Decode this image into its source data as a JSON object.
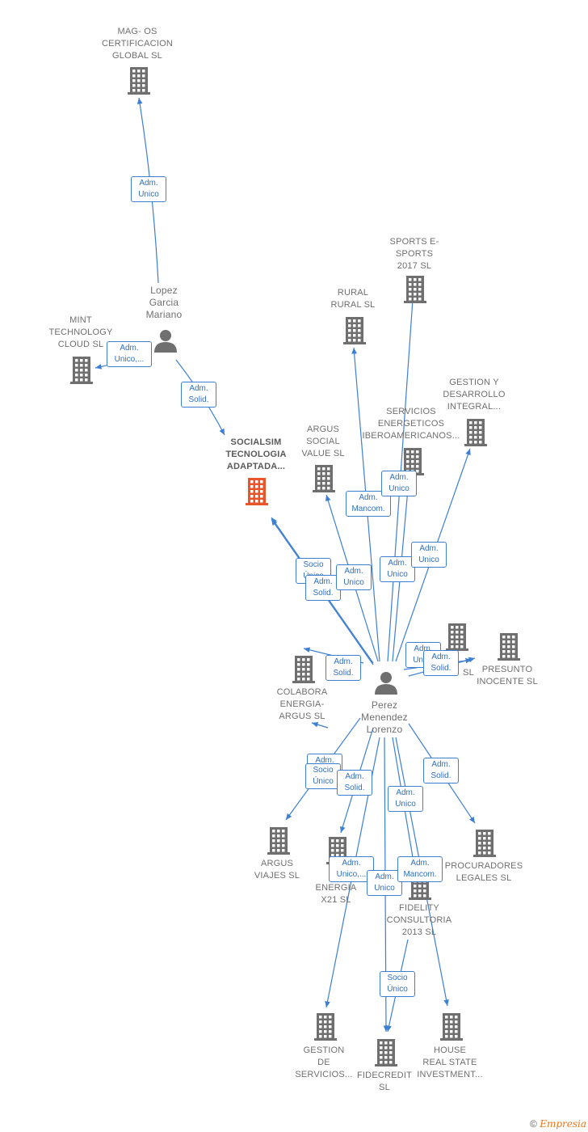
{
  "nodes": [
    {
      "id": "mag",
      "type": "company",
      "label": "MAG- OS\nCERTIFICACION\nGLOBAL  SL"
    },
    {
      "id": "lopez",
      "type": "person",
      "label": "Lopez\nGarcia\nMariano"
    },
    {
      "id": "mint",
      "type": "company",
      "label": "MINT\nTECHNOLOGY\nCLOUD  SL"
    },
    {
      "id": "socialsim",
      "type": "company",
      "main": true,
      "label": "SOCIALSIM\nTECNOLOGIA\nADAPTADA..."
    },
    {
      "id": "rural",
      "type": "company",
      "label": "RURAL\nRURAL SL"
    },
    {
      "id": "sports",
      "type": "company",
      "label": "SPORTS E-\nSPORTS\n2017  SL"
    },
    {
      "id": "argus_sv",
      "type": "company",
      "label": "ARGUS\nSOCIAL\nVALUE  SL"
    },
    {
      "id": "servicios",
      "type": "company",
      "label": "SERVICIOS\nENERGETICOS\nIBEROAMERICANOS..."
    },
    {
      "id": "gestion_des",
      "type": "company",
      "label": "GESTION Y\nDESARROLLO\nINTEGRAL..."
    },
    {
      "id": "colabora",
      "type": "company",
      "label": "COLABORA\nENERGIA-\nARGUS  SL"
    },
    {
      "id": "perez",
      "type": "person",
      "label": "Perez\nMenendez\nLorenzo"
    },
    {
      "id": "b_sl",
      "type": "company",
      "label": "SL"
    },
    {
      "id": "presunto",
      "type": "company",
      "label": "PRESUNTO\nINOCENTE  SL"
    },
    {
      "id": "argus_viajes",
      "type": "company",
      "label": "ARGUS\nVIAJES  SL"
    },
    {
      "id": "energia_x21",
      "type": "company",
      "label": "A\nENERGIA\nX21  SL"
    },
    {
      "id": "fidelity",
      "type": "company",
      "label": "FIDELITY\nCONSULTORIA\n2013  SL"
    },
    {
      "id": "procuradores",
      "type": "company",
      "label": "PROCURADORES\nLEGALES  SL"
    },
    {
      "id": "gestion_serv",
      "type": "company",
      "label": "GESTION\nDE\nSERVICIOS..."
    },
    {
      "id": "fidecredit",
      "type": "company",
      "label": "FIDECREDIT\nSL"
    },
    {
      "id": "house",
      "type": "company",
      "label": "HOUSE\nREAL STATE\nINVESTMENT..."
    }
  ],
  "edges": [
    {
      "from": "lopez",
      "to": "mag",
      "label": "Adm.\nUnico"
    },
    {
      "from": "lopez",
      "to": "mint",
      "label": "Adm.\nUnico,..."
    },
    {
      "from": "lopez",
      "to": "socialsim",
      "label": "Adm.\nSolid."
    },
    {
      "from": "perez",
      "to": "socialsim",
      "label": "Socio\nÚnico"
    },
    {
      "from": "perez",
      "to": "socialsim",
      "label": "Adm.\nSolid."
    },
    {
      "from": "perez",
      "to": "rural",
      "label": "Adm.\nMancom."
    },
    {
      "from": "perez",
      "to": "sports",
      "label": "Adm.\nUnico"
    },
    {
      "from": "perez",
      "to": "argus_sv",
      "label": "Adm.\nUnico"
    },
    {
      "from": "perez",
      "to": "servicios",
      "label": "Adm.\nUnico"
    },
    {
      "from": "perez",
      "to": "gestion_des",
      "label": "Adm.\nUnico"
    },
    {
      "from": "perez",
      "to": "colabora",
      "label": "Adm.\nSolid."
    },
    {
      "from": "perez",
      "to": "b_sl",
      "label": "Adm.\nUnico"
    },
    {
      "from": "perez",
      "to": "presunto",
      "label": "Adm.\nSolid."
    },
    {
      "from": "perez",
      "to": "argus_viajes",
      "label": "Adm.\nSolid."
    },
    {
      "from": "perez",
      "to": "energia_x21",
      "label": "Socio\nÚnico"
    },
    {
      "from": "perez",
      "to": "colabora",
      "label": "Adm.\nSolid."
    },
    {
      "from": "perez",
      "to": "procuradores",
      "label": "Adm.\nSolid."
    },
    {
      "from": "perez",
      "to": "fidelity",
      "label": "Adm.\nUnico"
    },
    {
      "from": "perez",
      "to": "gestion_serv",
      "label": "Adm.\nUnico,..."
    },
    {
      "from": "perez",
      "to": "fidecredit",
      "label": "Adm.\nUnico"
    },
    {
      "from": "perez",
      "to": "house",
      "label": "Adm.\nMancom."
    },
    {
      "from": "fidelity",
      "to": "fidecredit",
      "label": "Socio\nÚnico"
    }
  ],
  "footer": {
    "symbol": "©",
    "brand": "Empresia"
  },
  "colors": {
    "edge": "#3d7fd3",
    "icon": "#6f6f6f",
    "main_icon": "#e8552a",
    "label": "#6f6f6f"
  }
}
